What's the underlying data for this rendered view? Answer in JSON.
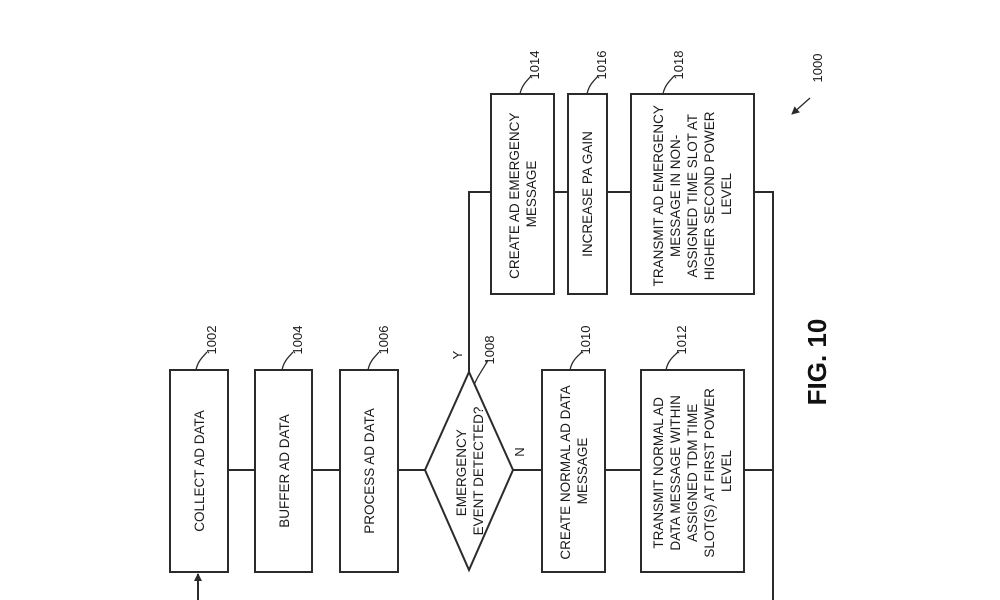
{
  "figure": {
    "number": "1000",
    "title": "FIG. 10"
  },
  "steps": [
    {
      "ref": "1002",
      "lines": [
        "COLLECT AD DATA"
      ]
    },
    {
      "ref": "1004",
      "lines": [
        "BUFFER AD DATA"
      ]
    },
    {
      "ref": "1006",
      "lines": [
        "PROCESS AD DATA"
      ]
    },
    {
      "ref": "1008",
      "lines": [
        "EMERGENCY",
        "EVENT DETECTED?"
      ]
    },
    {
      "ref": "1010",
      "lines": [
        "CREATE NORMAL AD DATA",
        "MESSAGE"
      ]
    },
    {
      "ref": "1012",
      "lines": [
        "TRANSMIT NORMAL AD",
        "DATA MESSAGE WITHIN",
        "ASSIGNED TDM TIME",
        "SLOT(S) AT FIRST POWER",
        "LEVEL"
      ]
    },
    {
      "ref": "1014",
      "lines": [
        "CREATE AD EMERGENCY",
        "MESSAGE"
      ]
    },
    {
      "ref": "1016",
      "lines": [
        "INCREASE PA GAIN"
      ]
    },
    {
      "ref": "1018",
      "lines": [
        "TRANSMIT AD EMERGENCY",
        "MESSAGE IN NON-",
        "ASSIGNED TIME SLOT AT",
        "HIGHER SECOND POWER",
        "LEVEL"
      ]
    }
  ],
  "branches": {
    "yes": "Y",
    "no": "N"
  }
}
